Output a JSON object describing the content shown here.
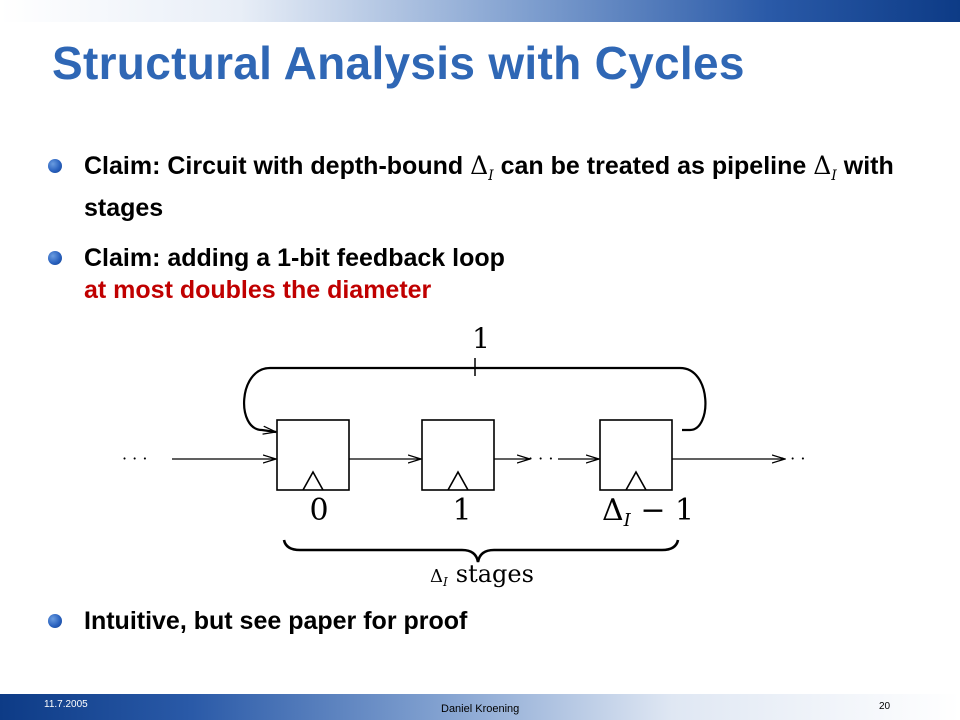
{
  "title": "Structural Analysis with Cycles",
  "bullets": [
    {
      "before": "Claim: Circuit with depth-bound ",
      "mid": " can be treated as pipeline ",
      "after": " with stages"
    },
    {
      "line1": "Claim: adding a 1-bit feedback loop",
      "line2_red": "at most doubles the diameter"
    },
    {
      "text": "Intuitive, but see paper for proof"
    }
  ],
  "math": {
    "delta": "Δ",
    "sub": "I"
  },
  "diagram": {
    "feedback_label": "1",
    "ellipsis": "· · ·",
    "stage_labels": [
      "0",
      "1",
      "Δ",
      "I",
      " − 1"
    ],
    "brace_label_delta": "Δ",
    "brace_label_sub": "I",
    "brace_label_word": "stages"
  },
  "footer": {
    "date": "11.7.2005",
    "author": "Daniel Kroening",
    "page": "20"
  },
  "colors": {
    "title": "#2f67b5",
    "accent_red": "#c00000",
    "footer_blue": "#0d3b86"
  }
}
